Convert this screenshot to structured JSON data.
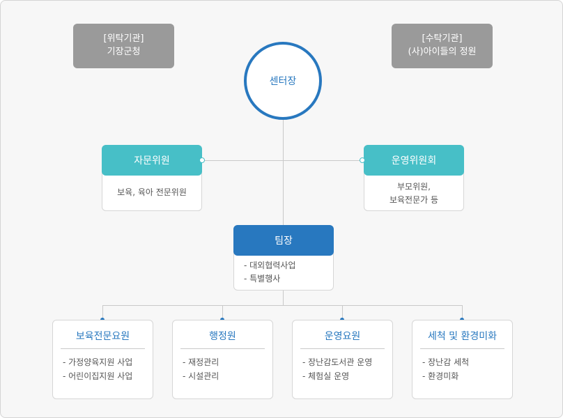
{
  "entrusting_org": {
    "label": "[위탁기관]",
    "name": "기장군청"
  },
  "trustee_org": {
    "label": "[수탁기관]",
    "name": "(사)아이들의 정원"
  },
  "center_head": "센터장",
  "advisory": {
    "title": "자문위원",
    "body": [
      "보육, 육아 전문위원"
    ]
  },
  "operating": {
    "title": "운영위원회",
    "body": [
      "부모위원,",
      "보육전문가 등"
    ]
  },
  "team_leader": {
    "title": "팀장",
    "items": [
      "- 대외협력사업",
      "- 특별행사"
    ]
  },
  "departments": [
    {
      "title": "보육전문요원",
      "items": [
        "- 가정양육지원 사업",
        "- 어린이집지원 사업"
      ]
    },
    {
      "title": "행정원",
      "items": [
        "- 재정관리",
        "- 시설관리"
      ]
    },
    {
      "title": "운영요원",
      "items": [
        "- 장난감도서관 운영",
        "- 체험실 운영"
      ]
    },
    {
      "title": "세척 및 환경미화",
      "items": [
        "- 장난감 세척",
        "- 환경미화"
      ]
    }
  ],
  "colors": {
    "teal": "#47bfc7",
    "blue": "#2878bf",
    "gray": "#9a9a9a"
  }
}
